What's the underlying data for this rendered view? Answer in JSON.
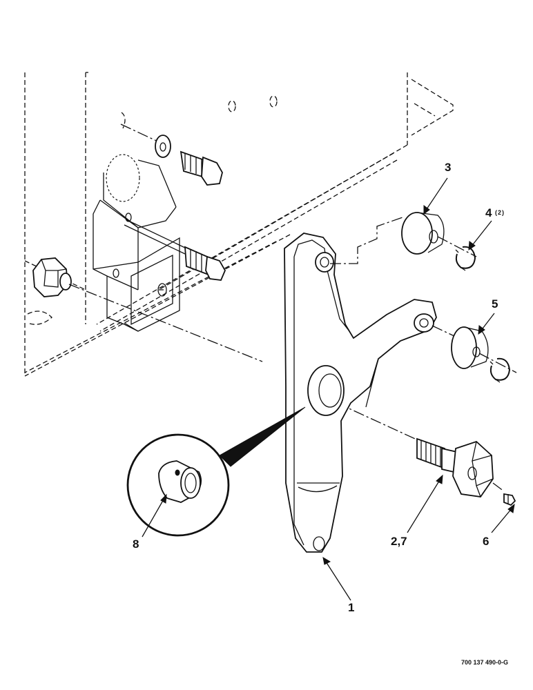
{
  "callouts": {
    "item_1": "1",
    "item_2_7": "2,7",
    "item_3": "3",
    "item_4": "4",
    "item_4_qty": "(2)",
    "item_5": "5",
    "item_6": "6",
    "item_8": "8"
  },
  "figure_id": "700 137 490-0-G",
  "colors": {
    "ink": "#111111",
    "paper": "#ffffff"
  }
}
